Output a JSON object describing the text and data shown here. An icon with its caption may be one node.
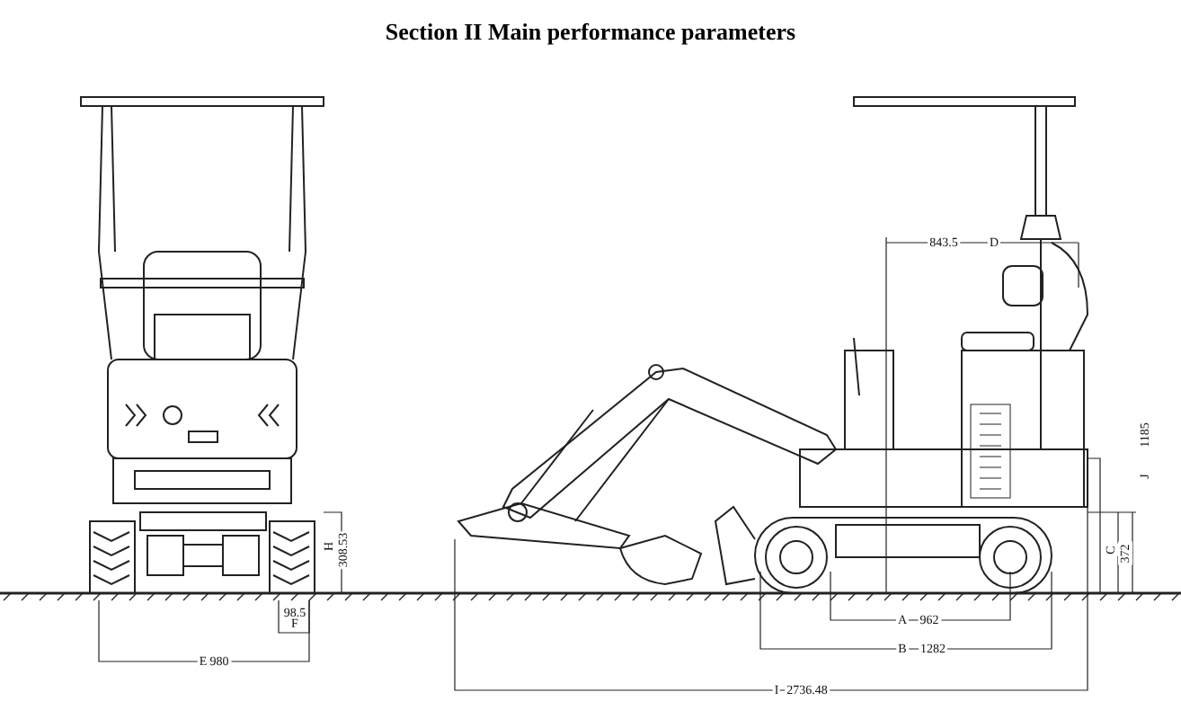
{
  "diagram": {
    "title": "Section II Main performance parameters",
    "labels": [
      "843.5",
      "D",
      "1185",
      "J",
      "308.53",
      "H",
      "C",
      "372",
      "98.5",
      "F",
      "A",
      "962",
      "E",
      "980",
      "B",
      "1282",
      "I",
      "2736.48"
    ]
  }
}
